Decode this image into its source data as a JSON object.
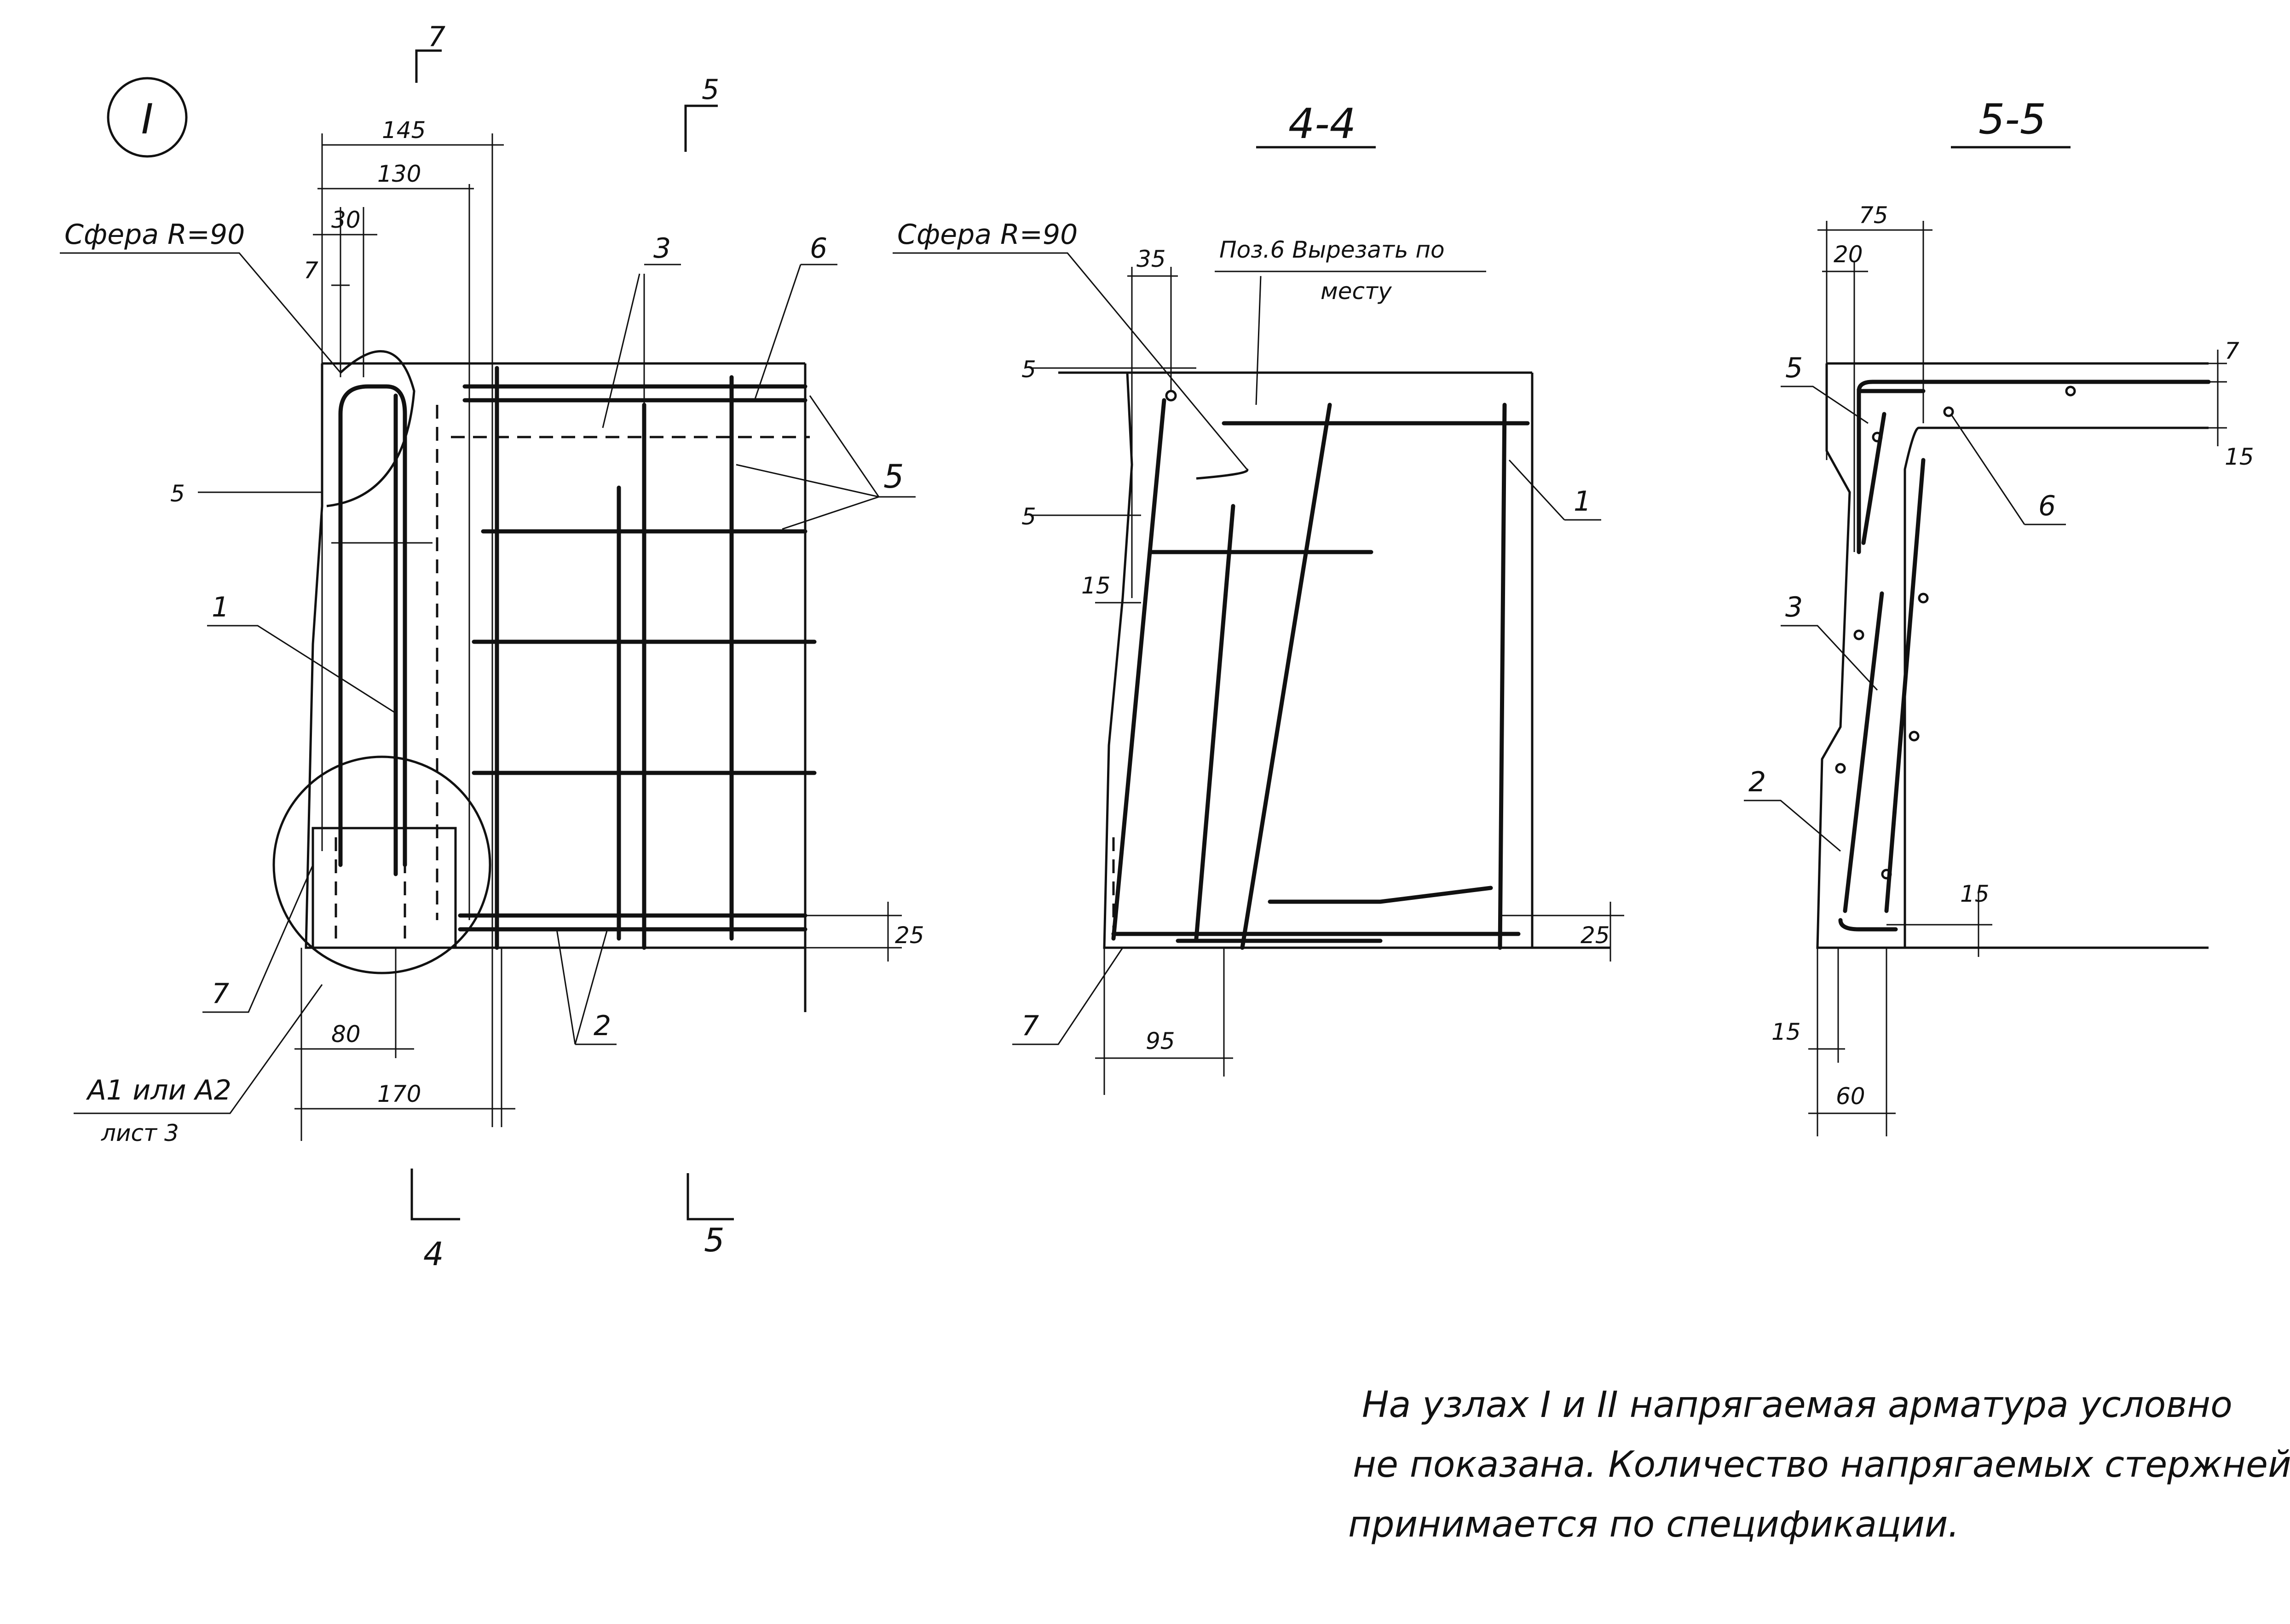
{
  "node": {
    "id": "I"
  },
  "view1": {
    "cut_markers": {
      "top_left": "7",
      "top_right": "5",
      "bottom_left": "4",
      "bottom_right": "5"
    },
    "dims": {
      "d145": "145",
      "d130": "130",
      "d30": "30",
      "d7": "7",
      "d5": "5",
      "d80": "80",
      "d170": "170",
      "d25": "25"
    },
    "sphere_label": "Сфера R=90",
    "positions": {
      "p1": "1",
      "p2": "2",
      "p3": "3",
      "p5": "5",
      "p6": "6",
      "p7": "7"
    },
    "ref_label_1": "А1 или А2",
    "ref_label_2": "лист 3"
  },
  "section44": {
    "title": "4-4",
    "sphere_label": "Сфера R=90",
    "note_line1": "Поз.6 Вырезать по",
    "note_line2": "месту",
    "dims": {
      "d35": "35",
      "d5a": "5",
      "d5b": "5",
      "d15": "15",
      "d95": "95",
      "d25": "25"
    },
    "positions": {
      "p1": "1",
      "p7": "7"
    }
  },
  "section55": {
    "title": "5-5",
    "dims": {
      "d75": "75",
      "d20": "20",
      "d7": "7",
      "d15a": "15",
      "d15b": "15",
      "d15c": "15",
      "d60": "60"
    },
    "positions": {
      "p2": "2",
      "p3": "3",
      "p5": "5",
      "p6": "6"
    }
  },
  "note": {
    "line1": "На узлах I и II напрягаемая арматура условно",
    "line2": "не показана. Количество напрягаемых стержней",
    "line3": "принимается по спецификации."
  }
}
